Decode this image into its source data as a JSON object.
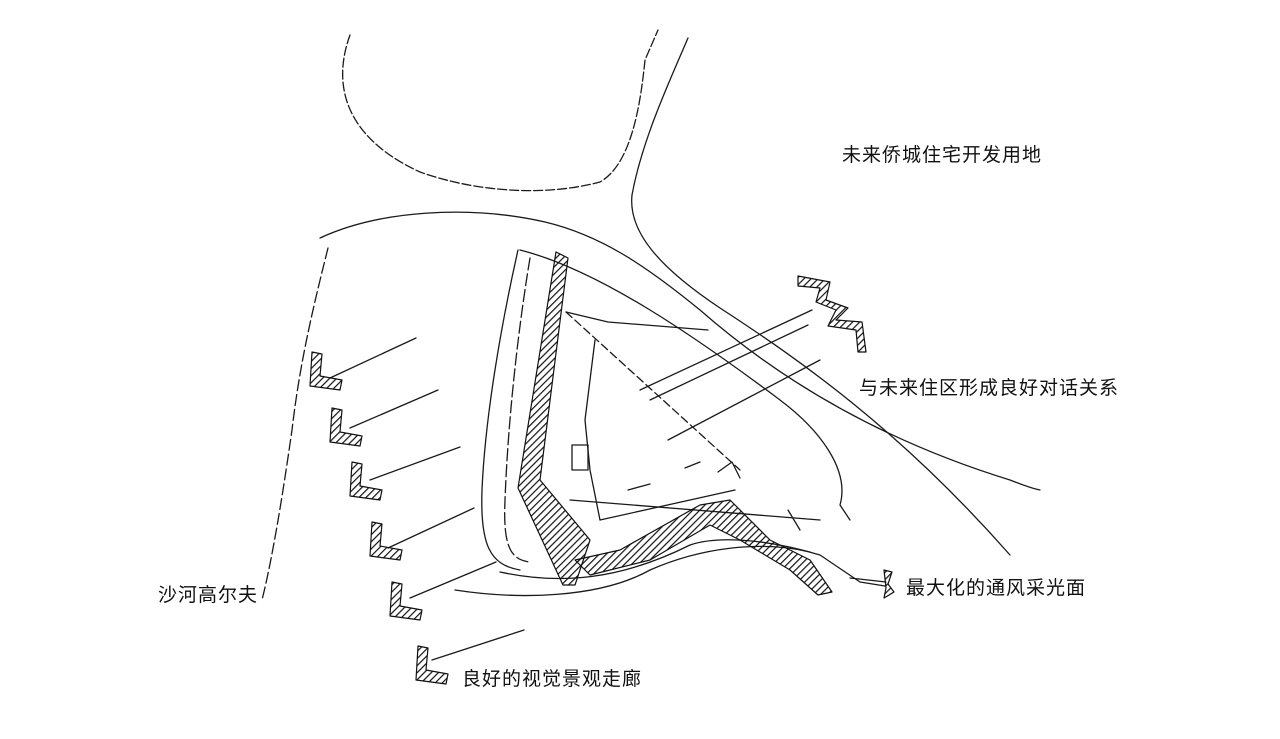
{
  "labels": {
    "development_land": "未来侨城住宅开发用地",
    "dialogue": "与未来住区形成良好对话关系",
    "golf": "沙河高尔夫",
    "ventilation": "最大化的通风采光面",
    "view_corridor": "良好的视觉景观走廊"
  },
  "colors": {
    "ink": "#1a1a1a",
    "paper": "#ffffff"
  }
}
